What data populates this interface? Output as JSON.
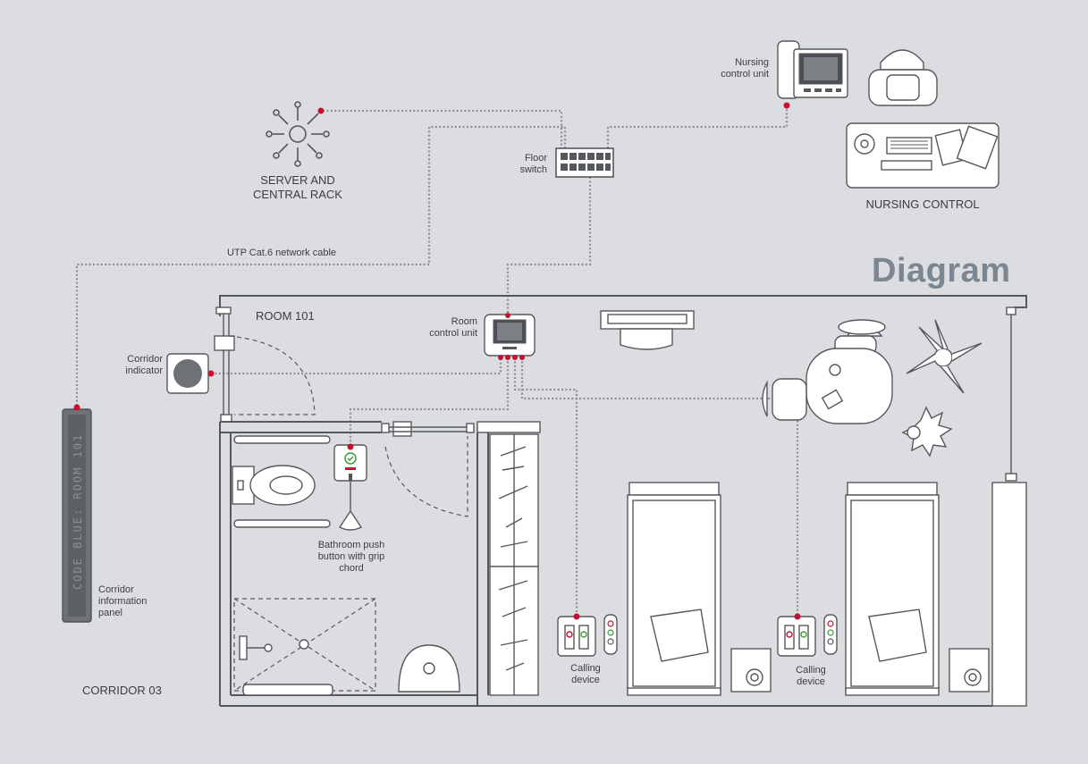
{
  "title": "Diagram",
  "labels": {
    "server": "SERVER AND\nCENTRAL RACK",
    "floor_switch": "Floor\nswitch",
    "nursing_unit": "Nursing\ncontrol unit",
    "nursing_control": "NURSING CONTROL",
    "cable": "UTP Cat.6 network cable",
    "room": "ROOM 101",
    "room_unit": "Room\ncontrol unit",
    "corridor_indicator": "Corridor\nindicator",
    "bathroom_button": "Bathroom push\nbutton with grip\nchord",
    "calling_device_1": "Calling\ndevice",
    "calling_device_2": "Calling\ndevice",
    "corridor_panel": "Corridor\ninformation\npanel",
    "corridor": "CORRIDOR 03",
    "panel_display": "CODE BLUE: ROOM 101"
  },
  "colors": {
    "background": "#dcdde0",
    "accent": "#c8102e",
    "title": "#7b8691",
    "wall": "#55585c",
    "cable": "#8c8f93"
  }
}
